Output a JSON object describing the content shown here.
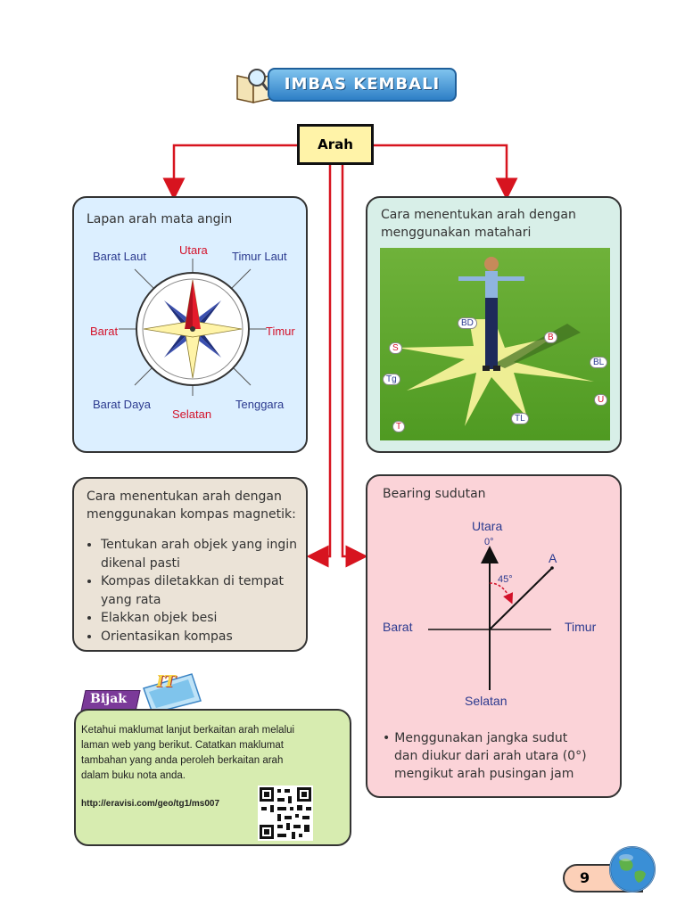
{
  "banner": {
    "title": "IMBAS KEMBALI"
  },
  "center": {
    "label": "Arah"
  },
  "lapan": {
    "title": "Lapan arah mata angin",
    "directions": {
      "north": "Utara",
      "south": "Selatan",
      "east": "Timur",
      "west": "Barat",
      "northeast": "Timur Laut",
      "northwest": "Barat Laut",
      "southeast": "Tenggara",
      "southwest": "Barat Daya"
    }
  },
  "matahari": {
    "title_line1": "Cara menentukan arah dengan",
    "title_line2": "menggunakan matahari",
    "markers": {
      "bd": "BD",
      "b": "B",
      "s": "S",
      "bl": "BL",
      "tg": "Tg",
      "u": "U",
      "tl": "TL",
      "t": "T"
    }
  },
  "kompas": {
    "title_line1": "Cara menentukan arah dengan",
    "title_line2": "menggunakan kompas magnetik:",
    "items": [
      "Tentukan arah objek yang ingin dikenal pasti",
      "Kompas diletakkan di tempat yang rata",
      "Elakkan objek besi",
      "Orientasikan kompas"
    ]
  },
  "bearing": {
    "title": "Bearing sudutan",
    "north": "Utara",
    "zero_deg": "0°",
    "angle": "45°",
    "point": "A",
    "west": "Barat",
    "east": "Timur",
    "south": "Selatan",
    "note_line1": "Menggunakan jangka sudut",
    "note_line2": "dan diukur dari arah utara (0°)",
    "note_line3": "mengikut arah pusingan jam"
  },
  "bijak": {
    "tag": "Bijak",
    "logo": "IT",
    "text_line1": "Ketahui maklumat lanjut berkaitan arah melalui",
    "text_line2": "laman web yang berikut. Catatkan maklumat",
    "text_line3": "tambahan  yang anda peroleh berkaitan arah",
    "text_line4": "dalam buku nota anda.",
    "url": "http://eravisi.com/geo/tg1/ms007"
  },
  "page": {
    "number": "9"
  },
  "colors": {
    "arrow": "#d7141f",
    "accent": "#2b3a8f"
  }
}
